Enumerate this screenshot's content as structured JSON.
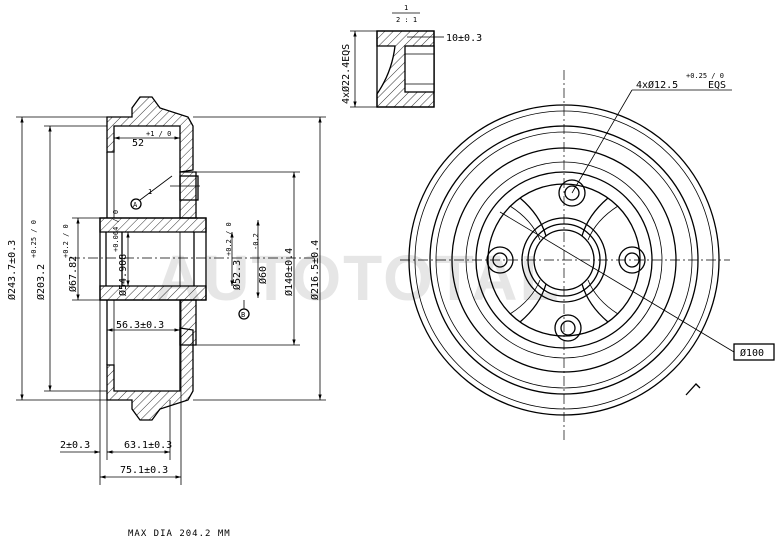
{
  "watermark": "AUTOTOTAL",
  "footer_note": "MAX DIA 204.2 MM",
  "detail_view": {
    "scale_top": "1",
    "scale_bottom": "2 : 1",
    "bolt_depth": "10±0.3",
    "bolt_hole_dim": "4xØ22.4EQS"
  },
  "side_view": {
    "outer_diameter": "Ø243.7±0.3",
    "drum_diameter": "Ø203.2",
    "drum_diameter_tol": "+0.25 / 0",
    "bore_diameter": "Ø67.82",
    "bore_diameter_tol": "+0.2 / 0",
    "hub_diameter": "Ø54.908",
    "hub_diameter_tol": "+0.064 / 0",
    "center_diameter": "Ø52.3",
    "center_diameter_tol": "+0.2 / 0",
    "pilot_diameter": "Ø60",
    "pilot_diameter_tol": "-0.2",
    "pcd_diameter": "Ø140±0.4",
    "flange_diameter": "Ø216.5±0.4",
    "depth_52": "52",
    "depth_52_tol": "+1 / 0",
    "flange_offset": "56.3±0.3",
    "dim_2": "2±0.3",
    "dim_63": "63.1±0.3",
    "dim_75": "75.1±0.3",
    "marker_a": "A",
    "marker_b": "B",
    "ref_1": "1"
  },
  "front_view": {
    "bolt_holes": "4xØ12.5",
    "bolt_holes_tol": "+0.25 / 0",
    "bolt_holes_suffix": "EQS",
    "reference_dia": "Ø100"
  }
}
